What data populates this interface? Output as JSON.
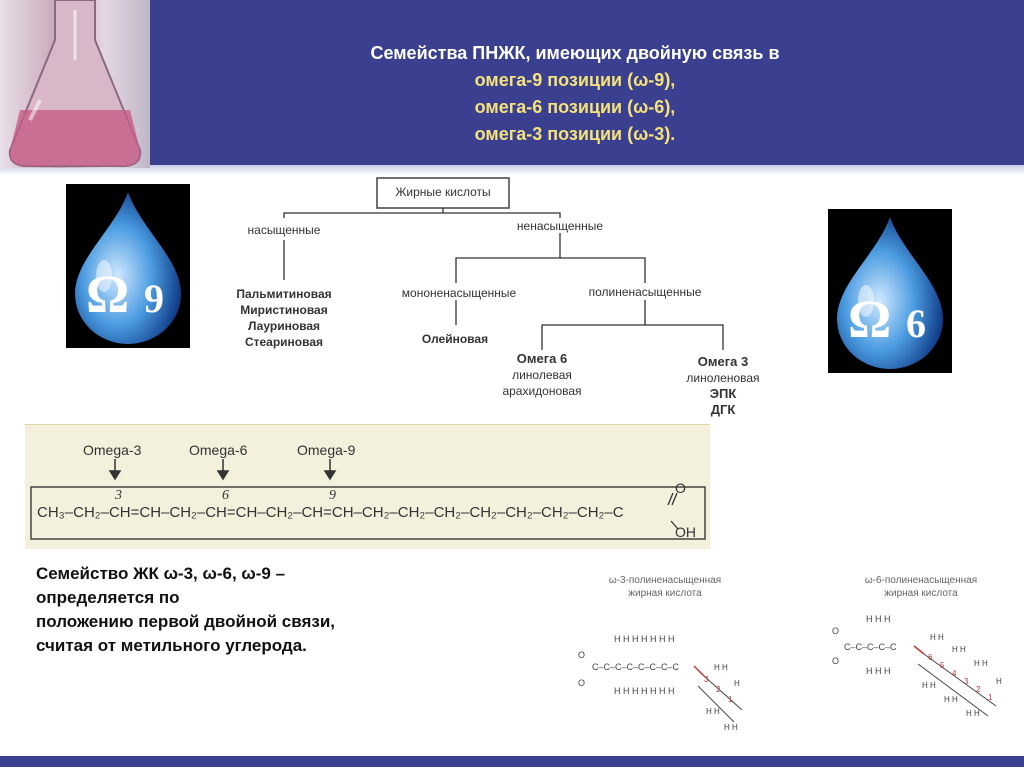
{
  "header": {
    "title_line1": "Семейства ПНЖК, имеющих двойную связь  в",
    "title_line2": "омега-9 позиции (ω-9),",
    "title_line3": "омега-6 позиции (ω-6),",
    "title_line4": "омега-3 позиции (ω-3)."
  },
  "left_drop": {
    "symbol": "Ω",
    "number": "9"
  },
  "right_drop": {
    "symbol": "Ω",
    "number": "6"
  },
  "tree": {
    "root": "Жирные кислоты",
    "saturated": "насыщенные",
    "unsaturated": "ненасыщенные",
    "saturated_list": [
      "Пальмитиновая",
      "Миристиновая",
      "Лауриновая",
      "Стеариновая"
    ],
    "mono": "мононенасыщенные",
    "poly": "полиненасыщенные",
    "oleic": "Олейновая",
    "omega6": {
      "title": "Омега 6",
      "items": [
        "линолевая",
        "арахидоновая"
      ]
    },
    "omega3": {
      "title": "Омега 3",
      "items": [
        "линоленовая"
      ],
      "bold_items": [
        "ЭПК",
        "ДГК"
      ]
    }
  },
  "formula": {
    "omega3_label": "Omega-3",
    "omega6_label": "Omega-6",
    "omega9_label": "Omega-9",
    "num3": "3",
    "num6": "6",
    "num9": "9",
    "acid_o": "O",
    "acid_oh": "OH"
  },
  "caption": {
    "line1": "Семейство ЖК  ω-3, ω-6, ω-9 –",
    "line2": "определяется по",
    "line3": "положению первой двойной связи,",
    "line4": "считая от метильного  углерода."
  },
  "mini_left": {
    "line1": "ω-3-полиненасыщенная",
    "line2": "жирная кислота"
  },
  "mini_right": {
    "line1": "ω-6-полиненасыщенная",
    "line2": "жирная кислота"
  },
  "colors": {
    "header_bg": "#3a3f8f",
    "title_highlight": "#f4e27a",
    "drop_blue": "#3a8fd8",
    "formula_bg": "#f3f1dc"
  }
}
